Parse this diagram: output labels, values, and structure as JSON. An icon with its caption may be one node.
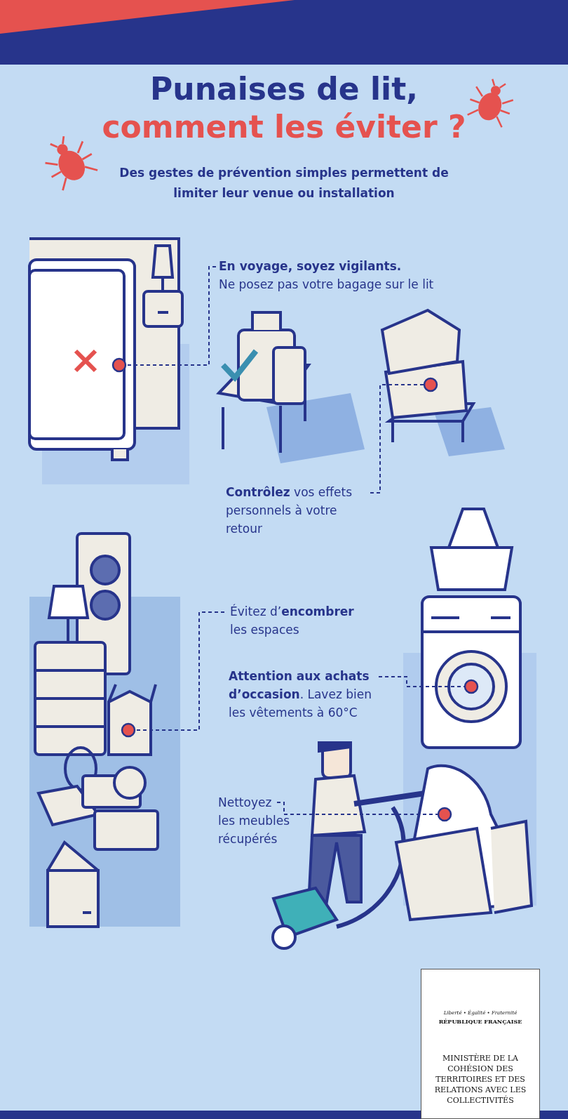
{
  "diagram": {
    "title": "Punaises de lit, comment les éviter ?",
    "nodes": [
      {
        "text": [
          "En voyage, soyez vigilants.",
          "Ne posez pas votre bagage sur le lit"
        ]
      },
      {
        "text": [],
        "shape": "circle"
      },
      {
        "text": [
          "**Contrôlez** vos effets personnels à votre retour"
        ]
      },
      {
        "text": [],
        "shape": "circle"
      },
      {
        "text": [
          "Évitez d’**encombrer** les espaces"
        ]
      },
      {
        "text": [],
        "shape": "circle"
      },
      {
        "text": [
          "**Attention aux achats d’occasion**. Lavez bien les vêtements à 60°C"
        ]
      },
      {
        "text": [],
        "shape": "circle"
      },
      {
        "text": [
          "Nettoyez les meubles récupérés"
        ]
      },
      {
        "text": [],
        "shape": "circle"
      }
    ],
    "edges": [
      {
        "from": 0,
        "to": 1,
        "arrow": "none"
      },
      {
        "from": 2,
        "to": 3,
        "arrow": "none"
      },
      {
        "from": 4,
        "to": 5,
        "arrow": "none"
      },
      {
        "from": 6,
        "to": 7,
        "arrow": "none"
      },
      {
        "from": 8,
        "to": 9,
        "arrow": "none"
      }
    ],
    "labels": [
      "Des gestes de prévention simples permettent de limiter leur venue ou installation",
      "Liberté • Égalité • Fraternité",
      "RÉPUBLIQUE FRANÇAISE",
      "MINISTÈRE DE LA COHÉSION DES TERRITOIRES ET DES RELATIONS AVEC LES COLLECTIVITÉS"
    ]
  }
}
